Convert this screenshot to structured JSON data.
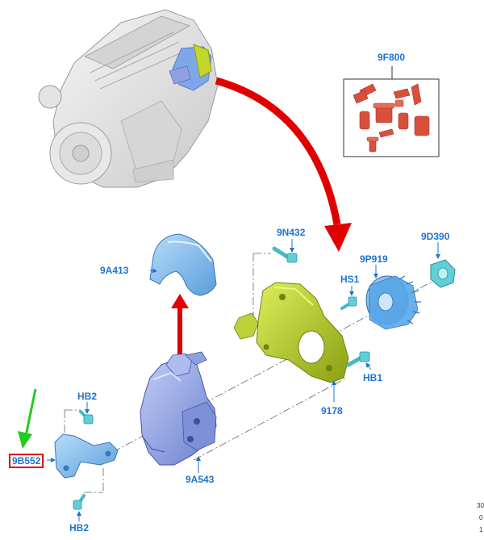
{
  "diagram": {
    "part_labels": {
      "kit_9F800": "9F800",
      "cover_9A413": "9A413",
      "bolt_9N432": "9N432",
      "nut_9D390": "9D390",
      "gear_9P919": "9P919",
      "screw_HS1": "HS1",
      "bolt_HB1": "HB1",
      "bolt_HB2_top": "HB2",
      "bolt_HB2_bottom": "HB2",
      "bracket_9B552": "9B552",
      "plate_9178": "9178",
      "pump_9A543": "9A543"
    },
    "highlighted_part": "9B552",
    "corner_text": [
      "30",
      "0",
      "1"
    ],
    "colors": {
      "label_text": "#1e73d2",
      "highlight_box": "#e00000",
      "callout_arrow": "#e00000",
      "indicator_arrow": "#22cc22",
      "pump_part": "#8fa2e0",
      "plate_part": "#b8d22a",
      "cover_part": "#7fb8ec",
      "gear_part": "#5aa8e8",
      "fastener": "#5fd0d8",
      "kit_parts": "#d8503c",
      "engine": "#e6e6e6"
    },
    "icons": [
      "engine-illustration",
      "fuel-pump-illustration"
    ]
  }
}
